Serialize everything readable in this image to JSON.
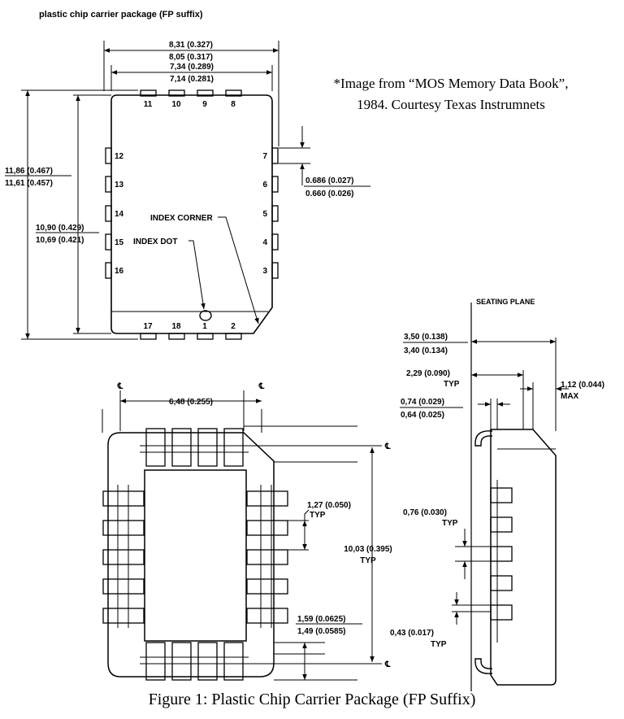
{
  "header": {
    "title": "plastic chip carrier package (FP suffix)"
  },
  "credit": {
    "line1": "*Image from “MOS Memory Data Book”,",
    "line2": "1984. Courtesy Texas Instrumnets"
  },
  "caption": "Figure 1: Plastic Chip Carrier Package (FP Suffix)",
  "top_view": {
    "dims": {
      "w_max": "8,31 (0.327)",
      "w_min": "8,05 (0.317)",
      "w2_max": "7,34 (0.289)",
      "w2_min": "7,14 (0.281)",
      "h_max": "11,86 (0.467)",
      "h_min": "11,61 (0.457)",
      "h2_max": "10,90 (0.429)",
      "h2_min": "10,69 (0.421)",
      "lead_max": "0.686 (0.027)",
      "lead_min": "0.660 (0.026)"
    },
    "pins": {
      "top": [
        "11",
        "10",
        "9",
        "8"
      ],
      "left": [
        "12",
        "13",
        "14",
        "15",
        "16"
      ],
      "right": [
        "7",
        "6",
        "5",
        "4",
        "3"
      ],
      "bottom": [
        "17",
        "18",
        "1",
        "2"
      ]
    },
    "index_corner": "INDEX CORNER",
    "index_dot": "INDEX DOT"
  },
  "bottom_view": {
    "centerline": "℄",
    "pitch_x": "6,48 (0.255)",
    "pitch": "1,27 (0.050)",
    "typ": "TYP",
    "pitch_y": "10,03 (0.395)",
    "typ2": "TYP",
    "pad_max": "1,59 (0.0625)",
    "pad_min": "1,49 (0.0585)"
  },
  "side_view": {
    "seating_plane": "SEATING PLANE",
    "h_max": "3,50 (0.138)",
    "h_min": "3,40 (0.134)",
    "body": "2,29 (0.090)",
    "body_typ": "TYP",
    "standoff": "1,12 (0.044)",
    "standoff_max": "MAX",
    "lead_max": "0,74 (0.029)",
    "lead_min": "0,64 (0.025)",
    "lead_w": "0,76 (0.030)",
    "lead_w_typ": "TYP",
    "lead_t": "0,43 (0.017)",
    "lead_t_typ": "TYP"
  }
}
